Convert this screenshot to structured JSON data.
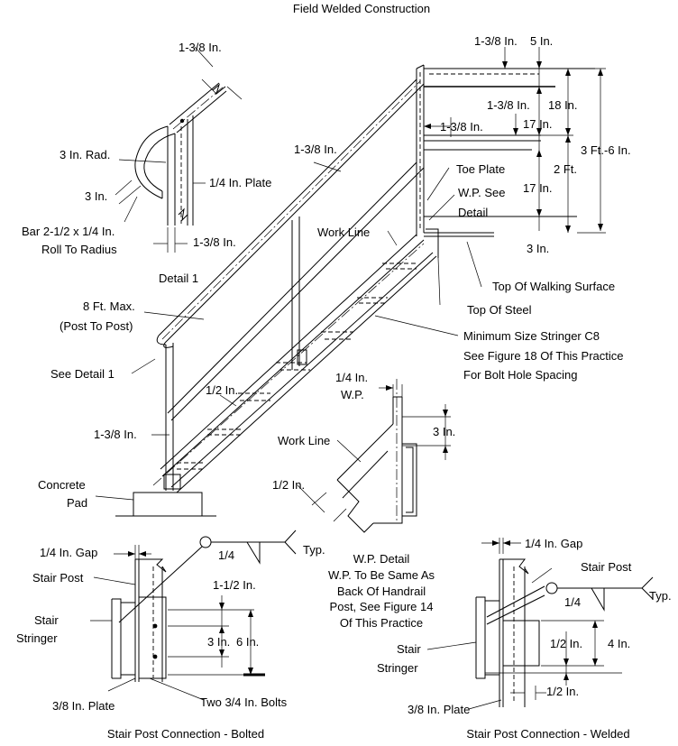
{
  "title": "Field Welded Construction",
  "detail1": {
    "caption": "Detail 1",
    "dim_top": "1-3/8 In.",
    "radius": "3 In. Rad.",
    "leg": "3 In.",
    "plate": "1/4 In. Plate",
    "bottom": "1-3/8 In.",
    "bar_line1": "Bar 2-1/2 x 1/4 In.",
    "bar_line2": "Roll To Radius"
  },
  "elevation": {
    "top_1": "1-3/8 In.",
    "top_5": "5 In.",
    "top_18": "18 In.",
    "mid_138a": "1-3/8 In.",
    "mid_138b": "1-3/8 In.",
    "mid_17a": "17 In.",
    "total": "3 Ft.-6 In.",
    "two_ft": "2 Ft.",
    "toe_plate": "Toe Plate",
    "wp_see": "W.P. See",
    "detail": "Detail",
    "mid_17b": "17 In.",
    "three_in": "3 In.",
    "work_line": "Work Line",
    "top_walk": "Top Of Walking Surface",
    "top_steel": "Top Of Steel",
    "rail_138": "1-3/8 In.",
    "post_spacing1": "8 Ft. Max.",
    "post_spacing2": "(Post To Post)",
    "see_detail": "See Detail 1",
    "half_in": "1/2 In.",
    "post_138": "1-3/8 In.",
    "concrete1": "Concrete",
    "concrete2": "Pad",
    "stringer1": "Minimum Size Stringer C8",
    "stringer2": "See Figure 18 Of This Practice",
    "stringer3": "For Bolt Hole Spacing"
  },
  "wp_detail": {
    "quarter": "1/4 In.",
    "wp": "W.P.",
    "three_in": "3 In.",
    "work_line": "Work Line",
    "half_in": "1/2 In.",
    "caption1": "W.P. Detail",
    "caption2": "W.P. To Be Same As",
    "caption3": "Back Of Handrail",
    "caption4": "Post, See Figure 14",
    "caption5": "Of This Practice"
  },
  "bolted": {
    "gap": "1/4 In. Gap",
    "post": "Stair Post",
    "weld_size": "1/4",
    "typ": "Typ.",
    "stringer1": "Stair",
    "stringer2": "Stringer",
    "d1": "1-1/2 In.",
    "d3": "3 In.",
    "d6": "6 In.",
    "plate": "3/8 In. Plate",
    "bolts": "Two 3/4 In. Bolts",
    "caption": "Stair Post Connection - Bolted"
  },
  "welded": {
    "gap": "1/4 In. Gap",
    "post": "Stair Post",
    "weld_size": "1/4",
    "typ": "Typ.",
    "stringer1": "Stair",
    "stringer2": "Stringer",
    "d_half": "1/2 In.",
    "d4": "4 In.",
    "d_half_b": "1/2 In.",
    "plate": "3/8 In. Plate",
    "caption": "Stair Post Connection - Welded"
  }
}
